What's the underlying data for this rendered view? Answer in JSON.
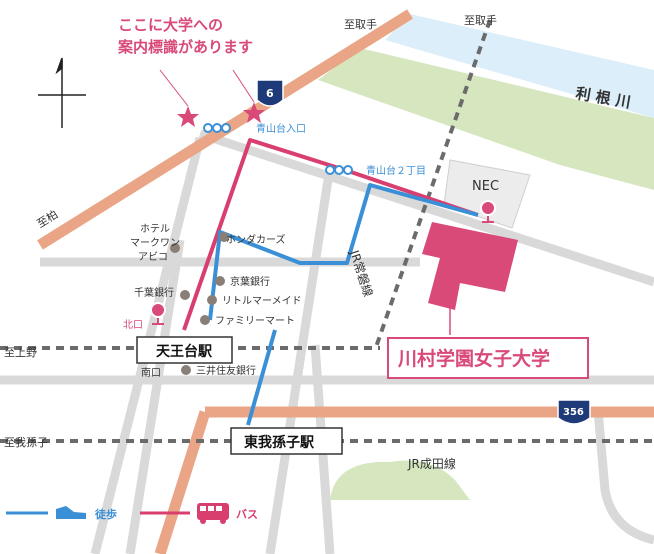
{
  "annotation": {
    "line1": "ここに大学への",
    "line2": "案内標識があります"
  },
  "roads": {
    "shitori_top": "至取手",
    "shitori_right": "至取手",
    "shikashiwa": "至柏",
    "shiueno": "至上野",
    "shiabiko": "至我孫子",
    "route6": "6",
    "route356": "356",
    "jr_joban": "JR常磐線",
    "jr_narita": "JR成田線"
  },
  "river": {
    "name": "利 根 川"
  },
  "stops": {
    "aoyama_entrance": "青山台入口",
    "aoyama_2chome": "青山台２丁目"
  },
  "landmarks": {
    "nec": "NEC",
    "honda": "ホンダカーズ",
    "hotel": [
      "ホテル",
      "マークワン",
      "アビコ"
    ],
    "chiba_bank": "千葉銀行",
    "keiyo_bank": "京葉銀行",
    "little_mermaid": "リトルマーメイド",
    "familymart": "ファミリーマート",
    "smbc": "三井住友銀行"
  },
  "stations": {
    "tennoudai": "天王台駅",
    "higashi_abiko": "東我孫子駅",
    "north_exit": "北口",
    "south_exit": "南口"
  },
  "university": {
    "name": "川村学園女子大学"
  },
  "legend": {
    "walk": "徒歩",
    "bus": "バス"
  },
  "colors": {
    "bus_route": "#d83e6e",
    "walk_route": "#3a8fd6",
    "university": "#d94a78",
    "road_orange": "#e9a585",
    "river": "#dbeef9",
    "park": "#d6e7c0",
    "road_gray": "#d9d9d9",
    "route_shield": "#1f3a78"
  }
}
